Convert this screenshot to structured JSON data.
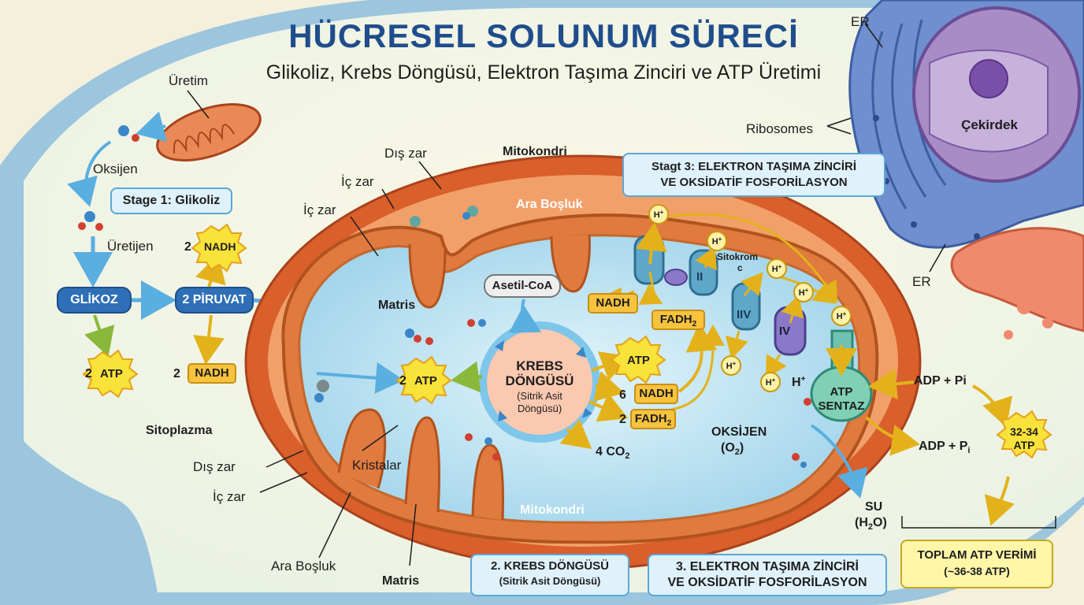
{
  "title": "HÜCRESEL SOLUNUM SÜRECİ",
  "subtitle": "Glikoliz, Krebs Döngüsü, Elektron Taşıma Zinciri ve ATP Üretimi",
  "colors": {
    "title_blue": "#1f4d8c",
    "membrane_orange": "#d95f2b",
    "matrix_blue": "#bfe4f2",
    "nadh_yellow": "#f7c23e",
    "atp_star": "#f9e23a",
    "er_blue": "#5a7fc0",
    "nucleus_purple": "#a98cc6"
  },
  "icons": [
    "mitochondrion-icon",
    "oxygen-molecule-icon",
    "atp-star-icon",
    "nadh-badge-icon",
    "nucleus-icon",
    "er-icon",
    "atp-synthase-icon",
    "protein-complex-icon"
  ],
  "left": {
    "uretim": "Üretim",
    "oksijen": "Oksijen",
    "uretijen": "Üretijen",
    "stage1": "Stage 1: Glikoliz",
    "glikoz": "GLİKOZ",
    "piruvat": "2 PİRUVAT",
    "nadh_top_num": "2",
    "nadh_top": "NADH",
    "atp_left_num": "2",
    "atp_left": "ATP",
    "nadh_bottom_num": "2",
    "nadh_bottom": "NADH",
    "sitoplazma": "Sitoplazma",
    "dis_zar": "Dış zar",
    "ic_zar": "İç zar",
    "ara_bosluk": "Ara Boşluk",
    "matris": "Matris"
  },
  "mito": {
    "dis_zar": "Dış zar",
    "ic_zar_1": "İç zar",
    "ic_zar_2": "İç zar",
    "mitokondri_top": "Mitokondri",
    "ara_bosluk": "Ara Boşluk",
    "matris": "Matris",
    "kristalar": "Kristalar",
    "mitokondri_bottom": "Mitokondri",
    "asetil": "Asetil-CoA",
    "krebs_1": "KREBS",
    "krebs_2": "DÖNGÜSÜ",
    "krebs_3": "(Sitrik Asit",
    "krebs_4": "Döngüsü)",
    "atp_mid_num": "2",
    "atp_mid": "ATP",
    "atp_krebs": "ATP",
    "nadh6_num": "6",
    "nadh6": "NADH",
    "fadh2_num": "2",
    "fadh2": "FADH",
    "fadh2_sub": "2",
    "co2": "4 CO",
    "co2_sub": "2"
  },
  "etc": {
    "stage3_1": "Stagt 3: ELEKTRON TAŞIMA ZİNCİRİ",
    "stage3_2": "VE OKSİDATİF FOSFORİLASYON",
    "hplus": "H",
    "hplus_sup": "+",
    "nadh": "NADH",
    "fadh2": "FADH",
    "fadh2_sub": "2",
    "sitokrom_1": "Sitokrom",
    "sitokrom_2": "c",
    "complex_ii": "II",
    "complex_iii": "IIV",
    "complex_iv": "IV",
    "atp_sentaz_1": "ATP",
    "atp_sentaz_2": "SENTAZ",
    "oksijen_1": "OKSİJEN",
    "oksijen_2": "(O",
    "oksijen_sub": "2",
    "oksijen_3": ")",
    "su_1": "SU",
    "su_2": "(H",
    "su_sub": "2",
    "su_3": "O)",
    "adp_1": "ADP + Pi",
    "adp_2": "ADP + P",
    "adp_2_sub": "i",
    "atp_3234_1": "32-34",
    "atp_3234_2": "ATP"
  },
  "cell": {
    "er_top": "ER",
    "er_bottom": "ER",
    "ribosomes": "Ribosomes",
    "cekirdek": "Çekirdek"
  },
  "bottom": {
    "krebs_box_1": "2. KREBS DÖNGÜSÜ",
    "krebs_box_2": "(Sitrik Asit Döngüsü)",
    "etc_box_1": "3. ELEKTRON TAŞIMA ZİNCİRİ",
    "etc_box_2": "VE OKSİDATİF FOSFORİLASYON",
    "total_1": "TOPLAM ATP VERİMİ",
    "total_2": "(~36-38 ATP)"
  }
}
